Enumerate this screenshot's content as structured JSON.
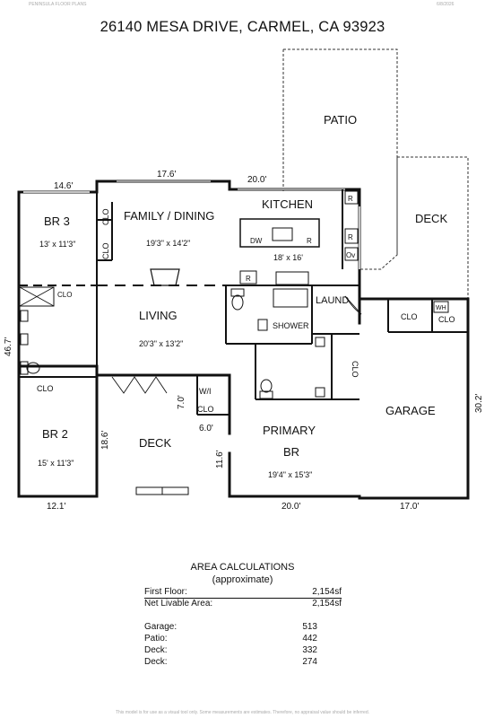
{
  "header": {
    "brand": "PENINSULA FLOOR PLANS",
    "date": "6/8/2026",
    "address": "26140 MESA DRIVE, CARMEL, CA 93923"
  },
  "rooms": {
    "patio": "PATIO",
    "deck_east": "DECK",
    "br3": "BR 3",
    "br3_size": "13' x 11'3\"",
    "family_dining": "FAMILY / DINING",
    "family_dining_size": "19'3\" x 14'2\"",
    "kitchen": "KITCHEN",
    "kitchen_size": "18' x 16'",
    "living": "LIVING",
    "living_size": "20'3\" x 13'2\"",
    "shower": "SHOWER",
    "laund": "LAUND",
    "garage": "GARAGE",
    "br2": "BR 2",
    "br2_size": "15' x 11'3\"",
    "deck_center": "DECK",
    "primary_br_1": "PRIMARY",
    "primary_br_2": "BR",
    "primary_br_size": "19'4\" x 15'3\"",
    "wi_1": "W/I",
    "wi_2": "CLO"
  },
  "labels": {
    "clo": "CLO",
    "dw": "DW",
    "r": "R",
    "ov": "Ov",
    "wh": "WH"
  },
  "dimensions": {
    "top_left": "14.6'",
    "top_mid": "17.6'",
    "top_right": "20.0'",
    "left_side": "46.7'",
    "right_side": "30.2'",
    "bottom_left": "12.1'",
    "bottom_mid": "20.0'",
    "bottom_right": "17.0'",
    "deck_left": "18.6'",
    "deck_right": "11.6'",
    "closet_w": "7.0'",
    "closet_d": "6.0'"
  },
  "area_calculations": {
    "title": "AREA CALCULATIONS",
    "subtitle": "(approximate)",
    "first_floor_label": "First Floor:",
    "first_floor_value": "2,154sf",
    "net_livable_label": "Net Livable Area:",
    "net_livable_value": "2,154sf",
    "rows": [
      {
        "label": "Garage:",
        "value": "513"
      },
      {
        "label": "Patio:",
        "value": "442"
      },
      {
        "label": "Deck:",
        "value": "332"
      },
      {
        "label": "Deck:",
        "value": "274"
      }
    ]
  },
  "footer": {
    "disclaimer": "This model is for use as a visual tool only. Some measurements are estimates. Therefore, no appraisal value should be inferred."
  }
}
